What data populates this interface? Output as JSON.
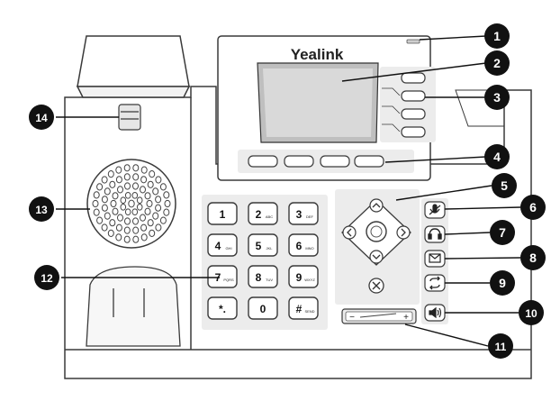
{
  "brand": "Yealink",
  "callouts": [
    "1",
    "2",
    "3",
    "4",
    "5",
    "6",
    "7",
    "8",
    "9",
    "10",
    "11",
    "12",
    "13",
    "14"
  ],
  "keypad": [
    {
      "digit": "1",
      "letters": ""
    },
    {
      "digit": "2",
      "letters": "ABC"
    },
    {
      "digit": "3",
      "letters": "DEF"
    },
    {
      "digit": "4",
      "letters": "GHI"
    },
    {
      "digit": "5",
      "letters": "JKL"
    },
    {
      "digit": "6",
      "letters": "MNO"
    },
    {
      "digit": "7",
      "letters": "PQRS"
    },
    {
      "digit": "8",
      "letters": "TUV"
    },
    {
      "digit": "9",
      "letters": "WXYZ"
    },
    {
      "digit": "*.",
      "letters": ""
    },
    {
      "digit": "0",
      "letters": ""
    },
    {
      "digit": "#",
      "letters": "SEND"
    }
  ],
  "icons": {
    "mute": "mute-icon",
    "headset": "headset-icon",
    "message": "message-icon",
    "redial": "redial-icon",
    "speakerphone": "speakerphone-icon"
  },
  "volume": {
    "minus": "−",
    "plus": "+"
  },
  "colors": {
    "outline": "#3a3a3a",
    "panel": "#ececec",
    "callout": "#111111",
    "callout_text": "#ffffff"
  }
}
